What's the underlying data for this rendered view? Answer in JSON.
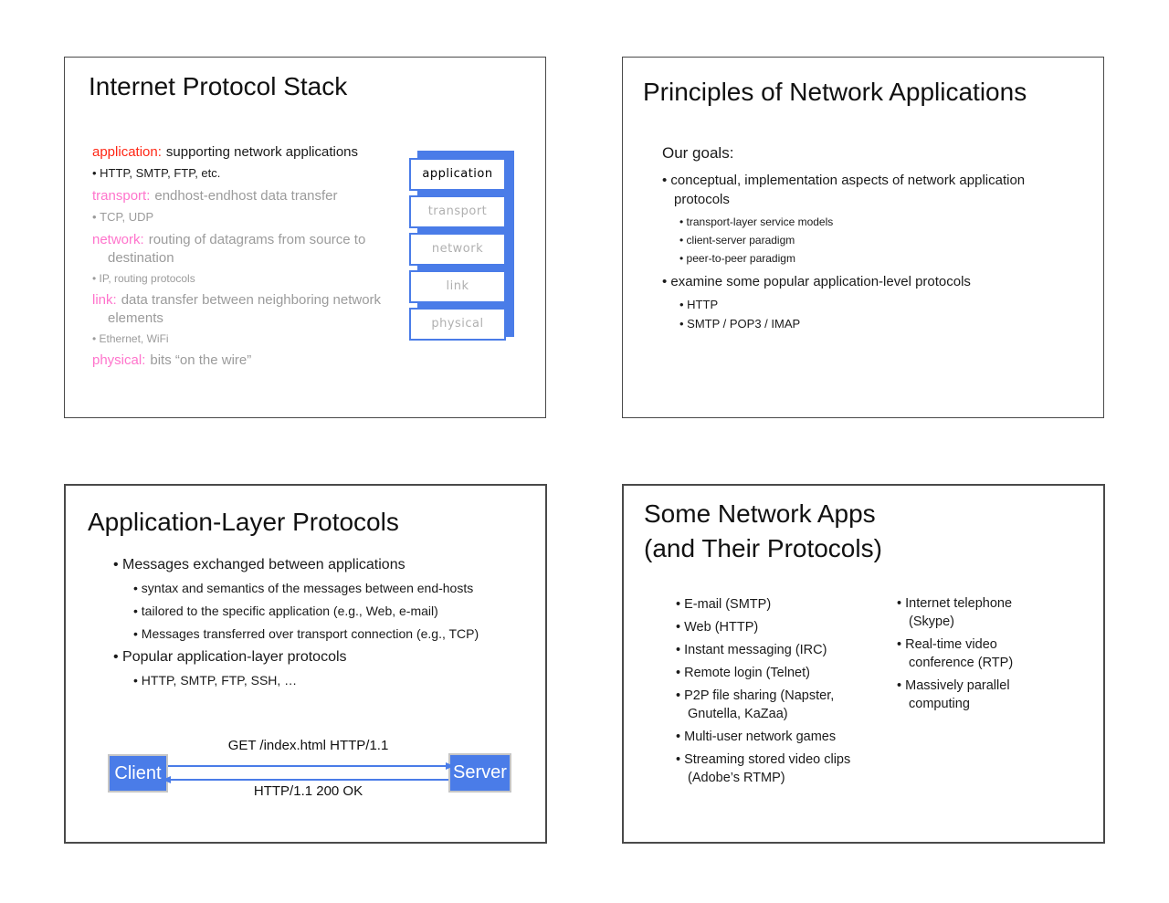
{
  "colors": {
    "accent_blue": "#4a7ce8",
    "term_red": "#ff2715",
    "term_pink": "#ff74cc",
    "muted_gray": "#9b9b9b"
  },
  "slide_protocol_stack": {
    "title": "Internet Protocol Stack",
    "application_term": "application:",
    "application_desc": "supporting network applications",
    "application_examples": "HTTP, SMTP, FTP, etc.",
    "transport_term": "transport:",
    "transport_desc": "endhost-endhost data transfer",
    "transport_examples": "TCP, UDP",
    "network_term": "network:",
    "network_desc": "routing of datagrams from source to destination",
    "network_examples": "IP, routing protocols",
    "link_term": "link:",
    "link_desc": "data transfer between neighboring network elements",
    "link_examples": "Ethernet, WiFi",
    "physical_term": "physical:",
    "physical_desc": "bits “on the wire”",
    "stack_layers": [
      "application",
      "transport",
      "network",
      "link",
      "physical"
    ]
  },
  "slide_principles": {
    "title": "Principles of Network Applications",
    "goals_heading": "Our goals:",
    "goal1": "conceptual, implementation aspects of network application protocols",
    "goal1_subs": [
      "transport-layer service models",
      "client-server paradigm",
      "peer-to-peer paradigm"
    ],
    "goal2": "examine some popular application-level protocols",
    "goal2_subs": [
      "HTTP",
      "SMTP / POP3 / IMAP"
    ]
  },
  "slide_app_layer": {
    "title": "Application-Layer Protocols",
    "point1": "Messages exchanged between applications",
    "point1_subs": [
      "syntax and semantics of the messages between end-hosts",
      "tailored to the specific application (e.g., Web, e-mail)",
      "Messages transferred over transport connection (e.g., TCP)"
    ],
    "point2": "Popular application-layer protocols",
    "point2_subs": [
      "HTTP, SMTP, FTP, SSH, …"
    ],
    "diagram": {
      "client_label": "Client",
      "server_label": "Server",
      "request_label": "GET /index.html HTTP/1.1",
      "response_label": "HTTP/1.1 200 OK"
    }
  },
  "slide_network_apps": {
    "title_line1": "Some Network Apps",
    "title_line2": "(and Their Protocols)",
    "left_items": [
      "E-mail (SMTP)",
      "Web (HTTP)",
      "Instant messaging (IRC)",
      "Remote login (Telnet)",
      "P2P file sharing (Napster, Gnutella, KaZaa)",
      "Multi-user network games",
      "Streaming stored video clips (Adobe’s RTMP)"
    ],
    "right_items": [
      "Internet telephone (Skype)",
      "Real-time video conference (RTP)",
      "Massively parallel computing"
    ]
  }
}
